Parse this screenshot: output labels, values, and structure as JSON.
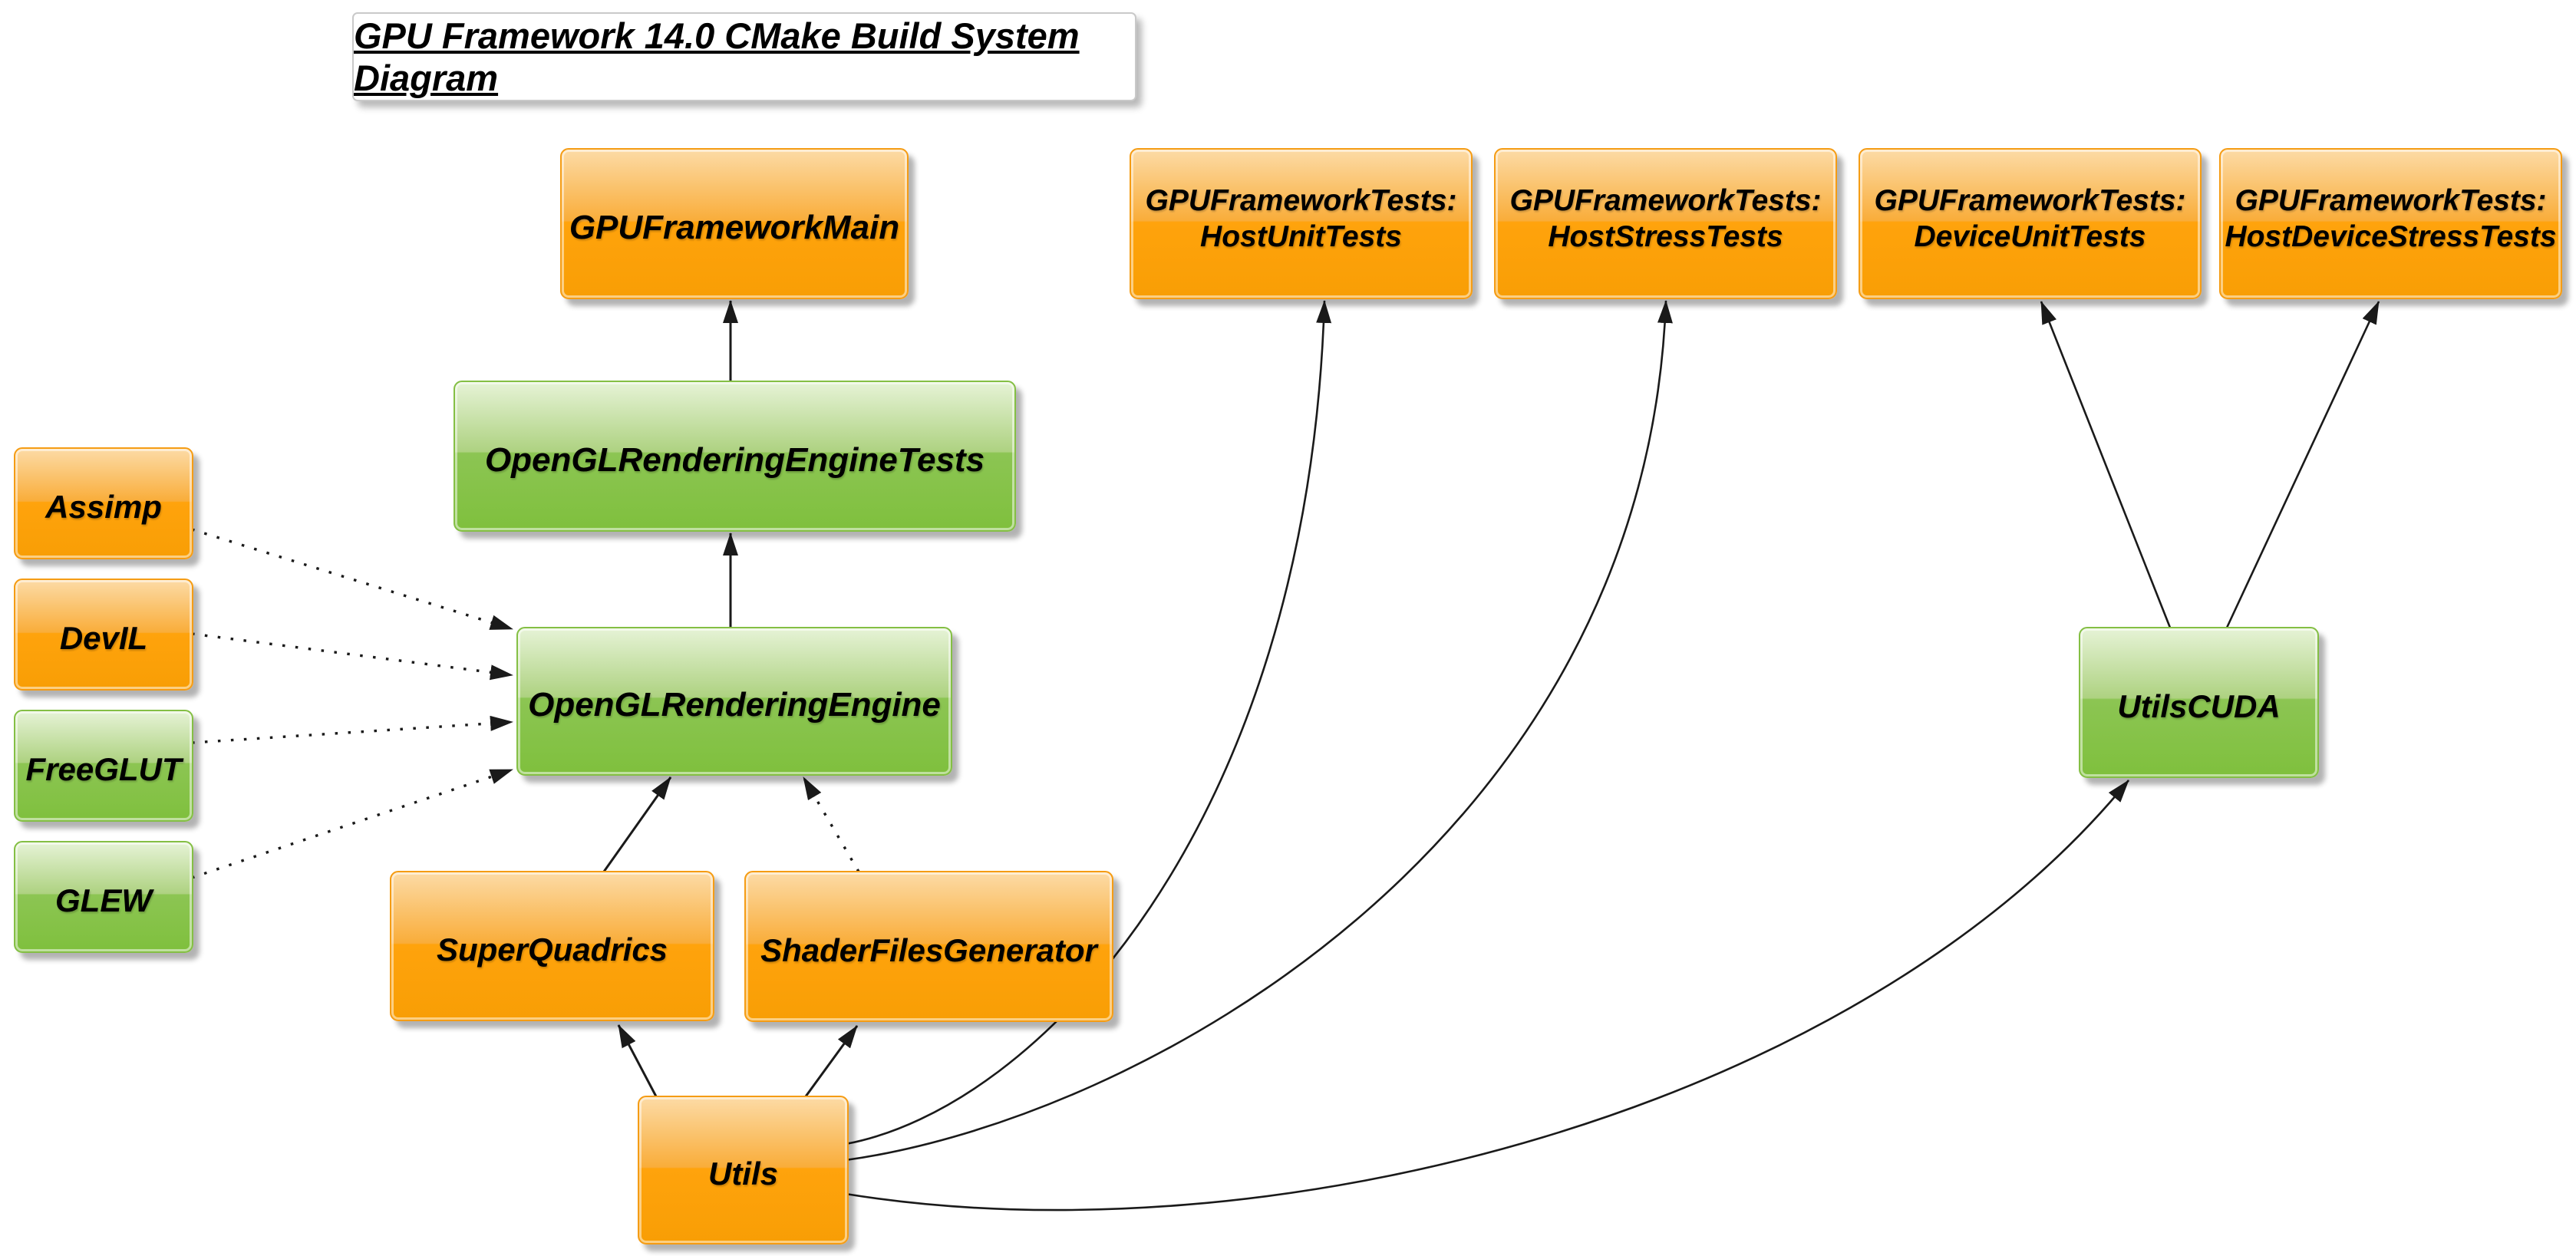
{
  "title": {
    "text": "GPU Framework 14.0 CMake Build System Diagram"
  },
  "colors": {
    "node_orange": "#f9a30c",
    "node_green": "#8cc553",
    "edge": "#1a1a1a",
    "background": "#ffffff"
  },
  "nodes": {
    "main": {
      "label": "GPUFrameworkMain",
      "color": "orange"
    },
    "gl_tests": {
      "label": "OpenGLRenderingEngineTests",
      "color": "green"
    },
    "engine": {
      "label": "OpenGLRenderingEngine",
      "color": "green"
    },
    "assimp": {
      "label": "Assimp",
      "color": "orange"
    },
    "devil": {
      "label": "DevIL",
      "color": "orange"
    },
    "freeglut": {
      "label": "FreeGLUT",
      "color": "green"
    },
    "glew": {
      "label": "GLEW",
      "color": "green"
    },
    "superquadrics": {
      "label": "SuperQuadrics",
      "color": "orange"
    },
    "shadergen": {
      "label": "ShaderFilesGenerator",
      "color": "orange"
    },
    "utils": {
      "label": "Utils",
      "color": "orange"
    },
    "utilscuda": {
      "label": "UtilsCUDA",
      "color": "green"
    },
    "t_hostunit": {
      "line1": "GPUFrameworkTests:",
      "line2": "HostUnitTests",
      "color": "orange"
    },
    "t_hoststress": {
      "line1": "GPUFrameworkTests:",
      "line2": "HostStressTests",
      "color": "orange"
    },
    "t_deviceunit": {
      "line1": "GPUFrameworkTests:",
      "line2": "DeviceUnitTests",
      "color": "orange"
    },
    "t_hostdevstress": {
      "line1": "GPUFrameworkTests:",
      "line2": "HostDeviceStressTests",
      "color": "orange"
    }
  },
  "edges": [
    {
      "from": "OpenGLRenderingEngineTests",
      "to": "GPUFrameworkMain",
      "style": "solid"
    },
    {
      "from": "OpenGLRenderingEngine",
      "to": "OpenGLRenderingEngineTests",
      "style": "solid"
    },
    {
      "from": "Assimp",
      "to": "OpenGLRenderingEngine",
      "style": "dotted"
    },
    {
      "from": "DevIL",
      "to": "OpenGLRenderingEngine",
      "style": "dotted"
    },
    {
      "from": "FreeGLUT",
      "to": "OpenGLRenderingEngine",
      "style": "dotted"
    },
    {
      "from": "GLEW",
      "to": "OpenGLRenderingEngine",
      "style": "dotted"
    },
    {
      "from": "SuperQuadrics",
      "to": "OpenGLRenderingEngine",
      "style": "solid"
    },
    {
      "from": "ShaderFilesGenerator",
      "to": "OpenGLRenderingEngine",
      "style": "dotted"
    },
    {
      "from": "Utils",
      "to": "SuperQuadrics",
      "style": "solid"
    },
    {
      "from": "Utils",
      "to": "ShaderFilesGenerator",
      "style": "solid"
    },
    {
      "from": "Utils",
      "to": "GPUFrameworkTests:HostUnitTests",
      "style": "solid"
    },
    {
      "from": "Utils",
      "to": "GPUFrameworkTests:HostStressTests",
      "style": "solid"
    },
    {
      "from": "Utils",
      "to": "UtilsCUDA",
      "style": "solid"
    },
    {
      "from": "UtilsCUDA",
      "to": "GPUFrameworkTests:DeviceUnitTests",
      "style": "solid"
    },
    {
      "from": "UtilsCUDA",
      "to": "GPUFrameworkTests:HostDeviceStressTests",
      "style": "solid"
    }
  ]
}
